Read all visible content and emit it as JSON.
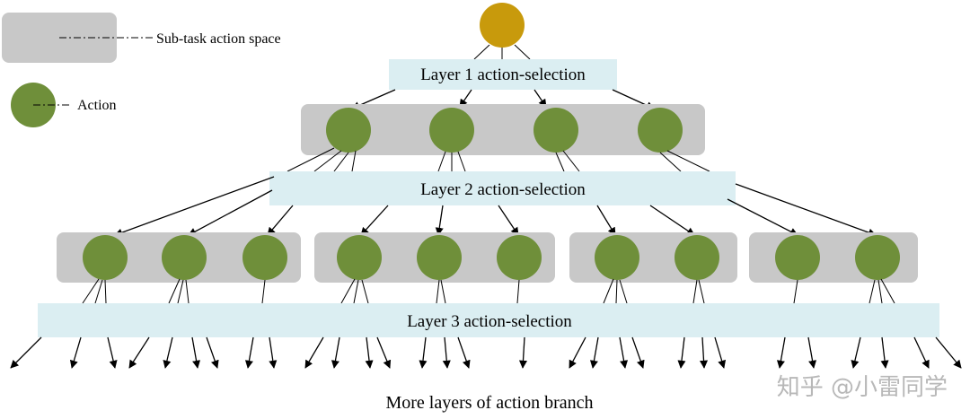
{
  "legend": {
    "subtask_label": "Sub-task action space",
    "action_label": "Action"
  },
  "layers": {
    "layer1": "Layer 1 action-selection",
    "layer2": "Layer 2 action-selection",
    "layer3": "Layer 3 action-selection"
  },
  "footer": "More layers of action branch",
  "watermark": "知乎 @小雷同学",
  "colors": {
    "root": "#c89a0c",
    "action": "#6f8f3a",
    "subtask_box": "#c8c8c8",
    "layer_bar": "#dbeef2",
    "arrow": "#000000"
  },
  "structure": {
    "layer2_groups": [
      3,
      3,
      2,
      2
    ]
  }
}
